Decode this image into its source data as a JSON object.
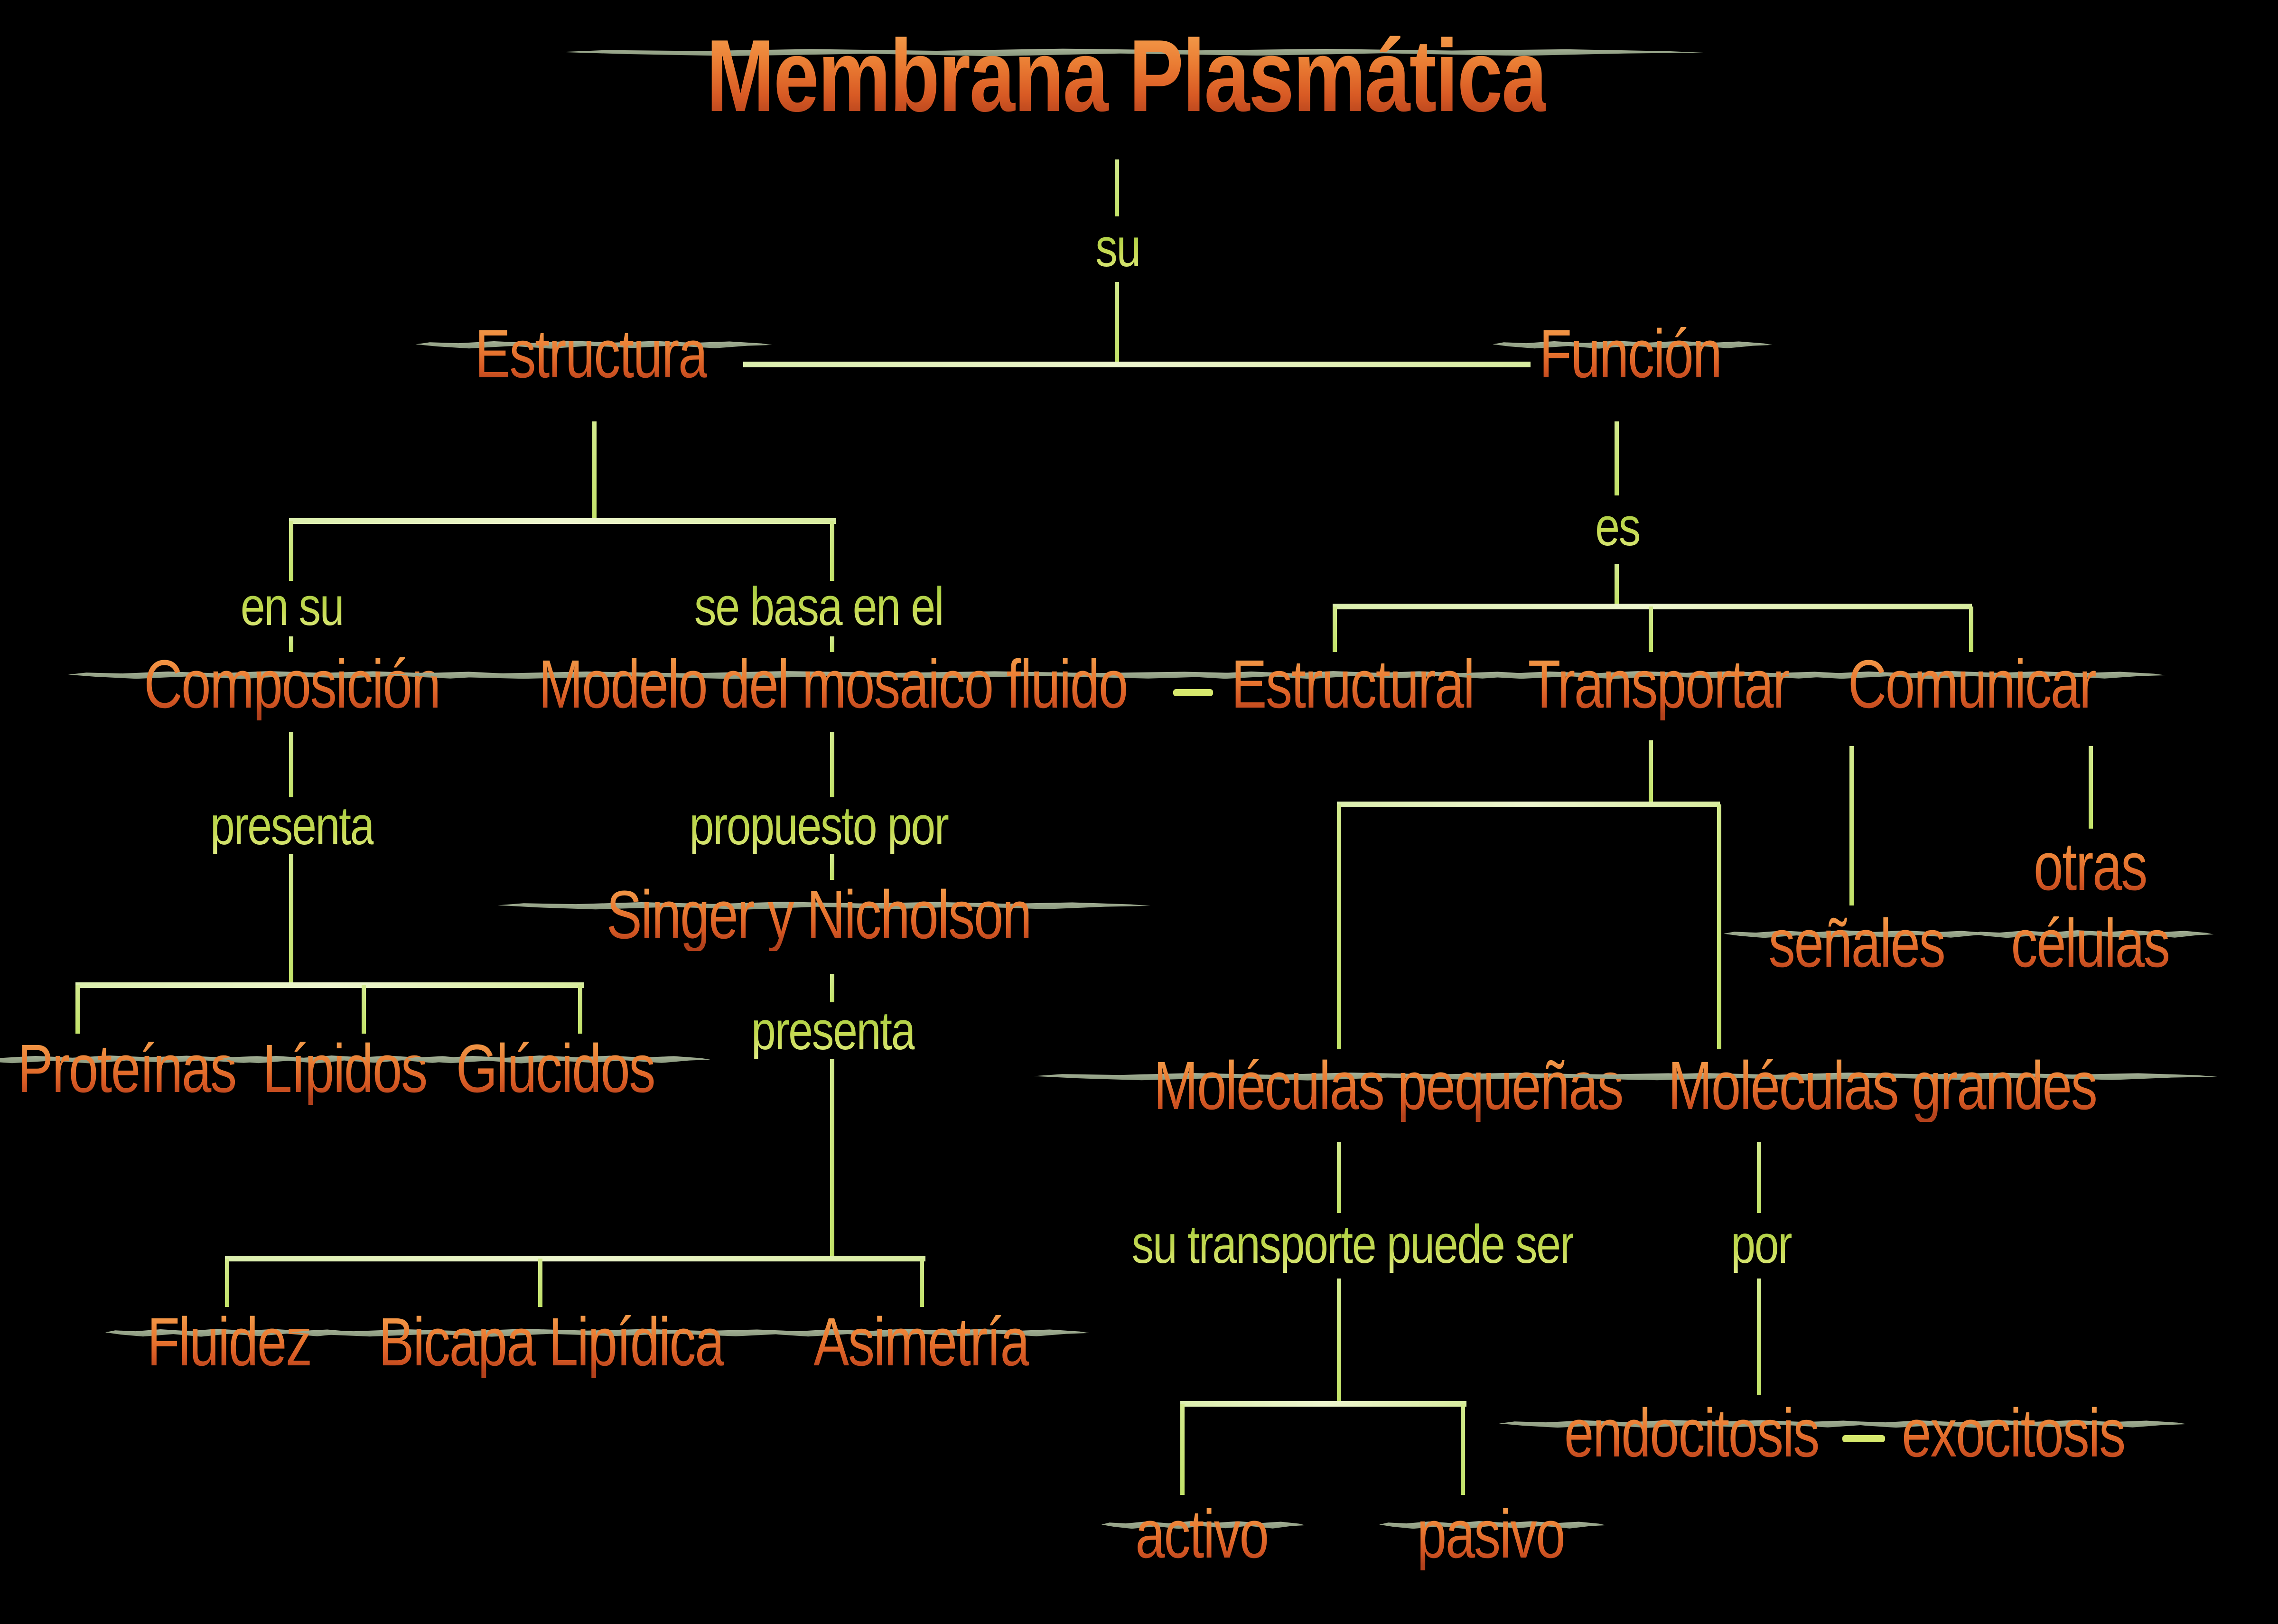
{
  "title": "Membrana Plasmática",
  "connectors": {
    "su": "su",
    "en_su": "en su",
    "se_basa": "se basa en el",
    "presenta_composicion": "presenta",
    "propuesto_por": "propuesto por",
    "presenta_singer": "presenta",
    "es": "es",
    "su_transporte": "su transporte puede ser",
    "por": "por"
  },
  "nodes": {
    "estructura": "Estructura",
    "funcion": "Función",
    "composicion": "Composición",
    "modelo": "Modelo del mosaico fluido",
    "singer": "Singer y Nicholson",
    "proteinas": "Proteínas",
    "lipidos": "Lípidos",
    "glucidos": "Glúcidos",
    "fluidez": "Fluidez",
    "bicapa": "Bicapa Lipídica",
    "asimetria": "Asimetría",
    "estructural": "Estructural",
    "transportar": "Transportar",
    "comunicar": "Comunicar",
    "senales": "señales",
    "otras": "otras",
    "celulas": "células",
    "moleculas_pequenas": "Moléculas pequeñas",
    "moleculas_grandes": "Moléculas grandes",
    "activo": "activo",
    "pasivo": "pasivo",
    "endocitosis": "endocitosis",
    "exocitosis": "exocitosis"
  },
  "colors": {
    "background": "#000000",
    "node_text_top": "#f5a14e",
    "node_text_bottom": "#b2411c",
    "label_green": "#c6da52",
    "line_green": "#d3ea8e",
    "shadow_blob": "#9aa78c"
  }
}
